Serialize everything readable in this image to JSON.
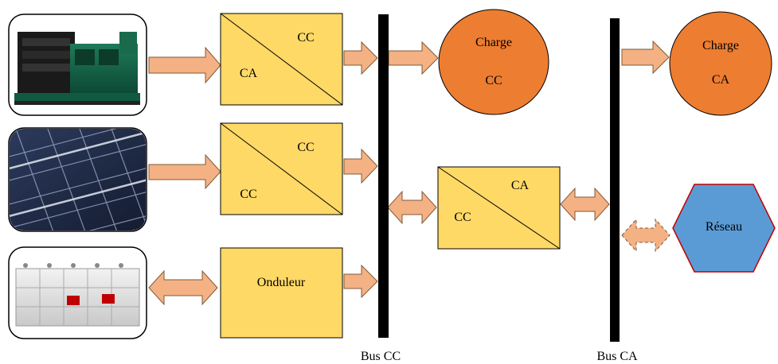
{
  "diagram": {
    "converters": [
      {
        "id": "conv-dg",
        "top": "CC",
        "bottom": "CA"
      },
      {
        "id": "conv-pv",
        "top": "CC",
        "bottom": "CC"
      },
      {
        "id": "conv-bidir",
        "top": "CA",
        "bottom": "CC"
      }
    ],
    "inverter": {
      "label": "Onduleur"
    },
    "loads": {
      "dc": {
        "line1": "Charge",
        "line2": "CC"
      },
      "ac": {
        "line1": "Charge",
        "line2": "CA"
      }
    },
    "grid": {
      "label": "Réseau"
    },
    "buses": {
      "dc": "Bus CC",
      "ac": "Bus CA"
    },
    "sources": {
      "generator": "diesel-generator",
      "pv": "solar-panels",
      "battery": "battery-bank"
    }
  },
  "colors": {
    "converter_fill": "#FFD966",
    "arrow_fill": "#F4B183",
    "load_fill": "#ED7D31",
    "grid_fill": "#5B9BD5",
    "grid_border": "#C00000",
    "bus": "#000000"
  }
}
